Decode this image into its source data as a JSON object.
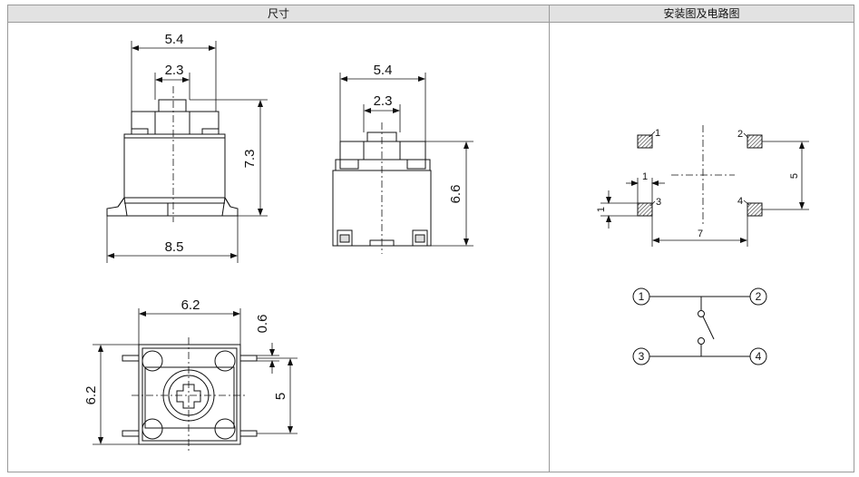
{
  "headers": {
    "dimensions": "尺寸",
    "install": "安装图及电路图"
  },
  "side_view_1": {
    "top_width": "5.4",
    "stem_width": "2.3",
    "height": "7.3",
    "base_width": "8.5"
  },
  "side_view_2": {
    "top_width": "5.4",
    "stem_width": "2.3",
    "height": "6.6"
  },
  "top_view": {
    "width": "6.2",
    "height": "6.2",
    "pad_width": "0.6",
    "pin_pitch": "5"
  },
  "pcb_layout": {
    "pad_labels": [
      "1",
      "2",
      "3",
      "4"
    ],
    "vertical_pitch": "5",
    "horizontal_pitch": "7",
    "pad_size_x": "1",
    "pad_size_y": "1"
  },
  "circuit": {
    "terminals": [
      "1",
      "2",
      "3",
      "4"
    ]
  }
}
